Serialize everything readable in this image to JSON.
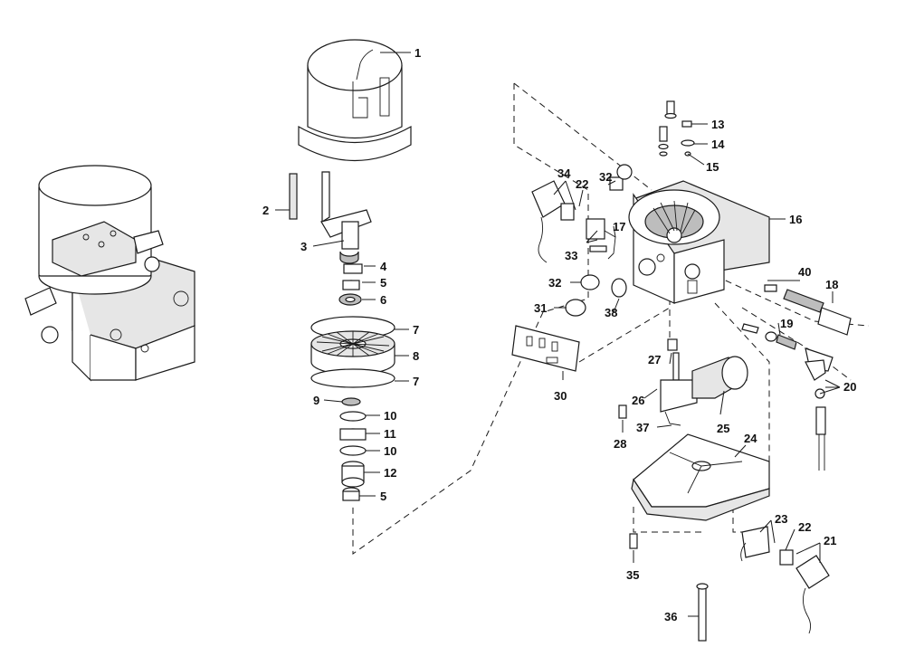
{
  "callouts": [
    "1",
    "2",
    "3",
    "4",
    "5",
    "6",
    "7",
    "8",
    "7",
    "9",
    "10",
    "11",
    "10",
    "12",
    "5",
    "13",
    "14",
    "15",
    "16",
    "40",
    "18",
    "19",
    "20",
    "17",
    "34",
    "22",
    "32",
    "33",
    "32",
    "31",
    "38",
    "30",
    "27",
    "26",
    "25",
    "37",
    "28",
    "24",
    "23",
    "22",
    "21",
    "35",
    "36"
  ],
  "colors": {
    "line": "#1a1a1a",
    "shade": "#e6e6e6",
    "background": "#ffffff"
  }
}
